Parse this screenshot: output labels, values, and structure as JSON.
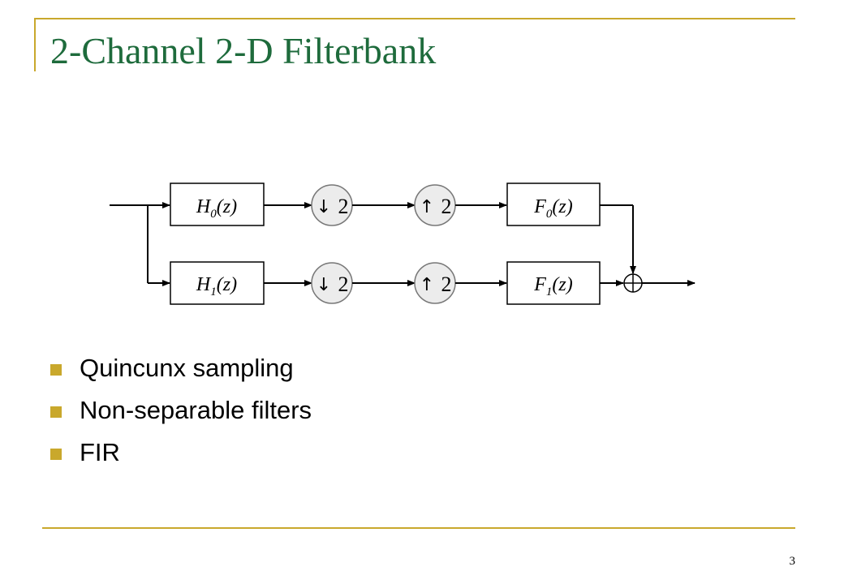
{
  "slide": {
    "title": "2-Channel 2-D Filterbank",
    "page_number": "3",
    "accent_color": "#c9a82c",
    "title_color": "#1e6b3c"
  },
  "diagram": {
    "analysis_filters": [
      {
        "base": "H",
        "sub": "0",
        "arg": "(z)"
      },
      {
        "base": "H",
        "sub": "1",
        "arg": "(z)"
      }
    ],
    "downsamplers": [
      {
        "arrow": "↓",
        "factor": "2"
      },
      {
        "arrow": "↓",
        "factor": "2"
      }
    ],
    "upsamplers": [
      {
        "arrow": "↑",
        "factor": "2"
      },
      {
        "arrow": "↑",
        "factor": "2"
      }
    ],
    "synthesis_filters": [
      {
        "base": "F",
        "sub": "0",
        "arg": "(z)"
      },
      {
        "base": "F",
        "sub": "1",
        "arg": "(z)"
      }
    ],
    "summing_node": "circle-plus"
  },
  "bullets": [
    "Quincunx sampling",
    "Non-separable filters",
    "FIR"
  ]
}
